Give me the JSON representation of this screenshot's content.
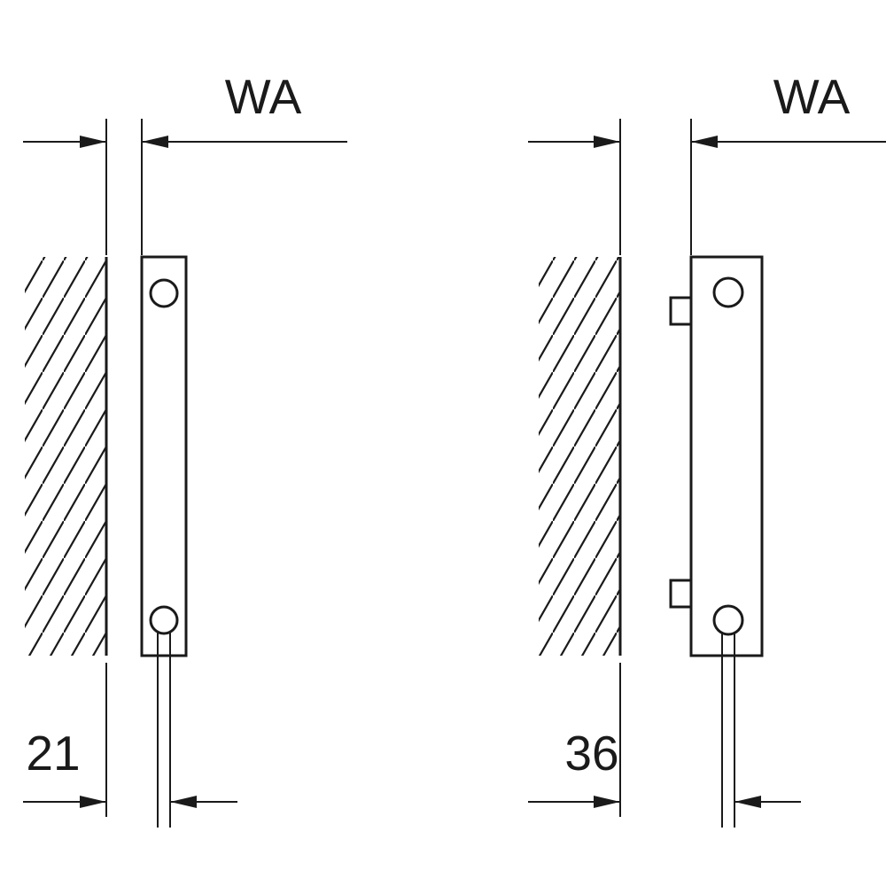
{
  "figures": [
    {
      "id": "left-view",
      "top_label": "WA",
      "bottom_label": "21"
    },
    {
      "id": "right-view",
      "top_label": "WA",
      "bottom_label": "36"
    }
  ],
  "colors": {
    "line": "#1a1a1a",
    "background": "#ffffff"
  }
}
